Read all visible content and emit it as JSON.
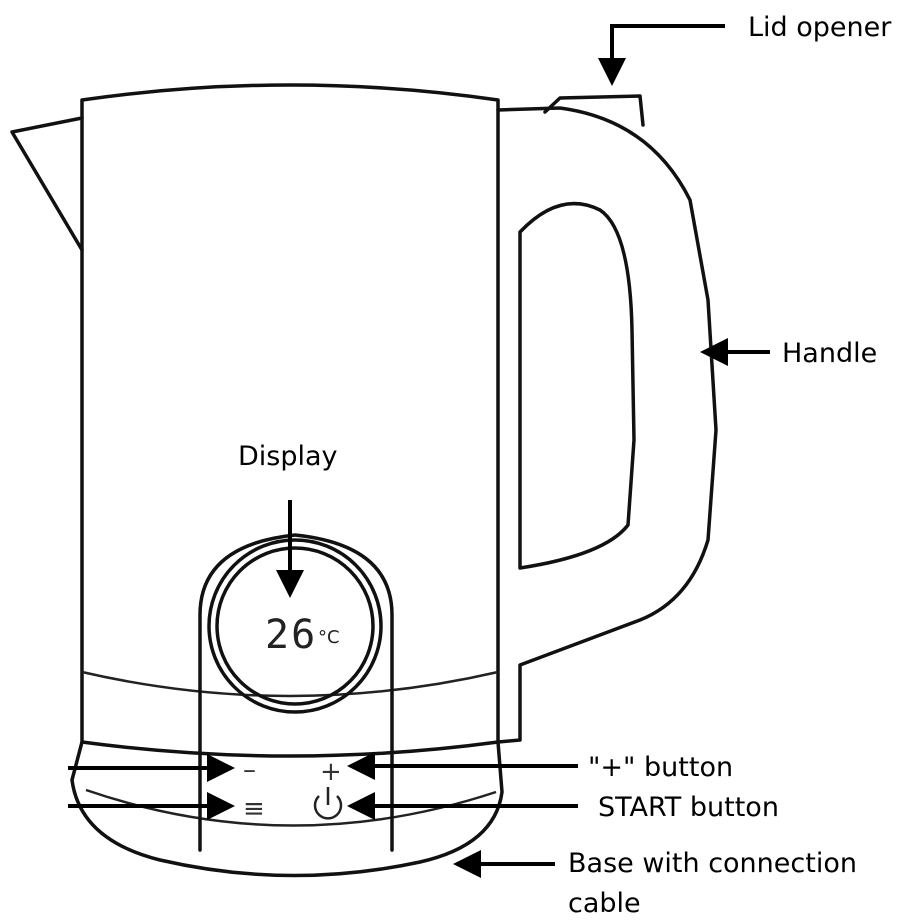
{
  "labels": {
    "lid_opener": "Lid opener",
    "handle": "Handle",
    "display": "Display",
    "plus_button": "\"+\" button",
    "start_button": "START button",
    "base_line1": "Base with connection",
    "base_line2": "cable"
  },
  "display_panel": {
    "temperature": "26",
    "unit": "°C"
  },
  "controls": {
    "minus_symbol": "–",
    "plus_symbol": "+",
    "menu_symbol": "≡"
  },
  "icons": {
    "power": "power-icon"
  }
}
